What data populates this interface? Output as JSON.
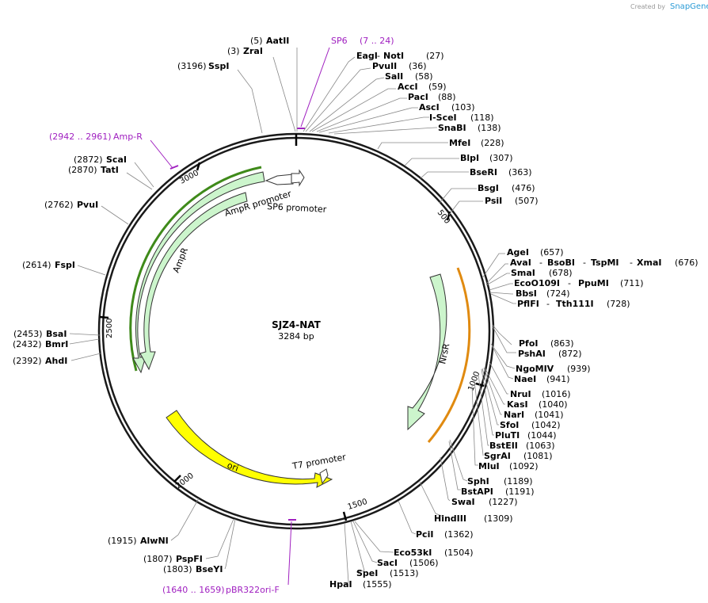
{
  "credit": {
    "created_by": "Created by",
    "brand": "SnapGene"
  },
  "plasmid": {
    "name": "SJZ4-NAT",
    "length": "3284 bp",
    "bp": 3284
  },
  "ticks": [
    "500",
    "1000",
    "1500",
    "2000",
    "2500",
    "3000"
  ],
  "features": [
    {
      "id": "ampr",
      "label": "AmpR"
    },
    {
      "id": "ampr-promoter",
      "label": "AmpR promoter"
    },
    {
      "id": "sp6-promoter",
      "label": "SP6 promoter"
    },
    {
      "id": "nrsr",
      "label": "NrsR"
    },
    {
      "id": "ori",
      "label": "ori"
    },
    {
      "id": "t7-promoter",
      "label": "T7 promoter"
    }
  ],
  "primers": [
    {
      "id": "sp6",
      "name": "SP6",
      "range": "(7 .. 24)"
    },
    {
      "id": "amp-r",
      "name": "Amp-R",
      "range": "(2942 .. 2961)"
    },
    {
      "id": "pbr322ori-f",
      "name": "pBR322ori-F",
      "range": "(1640 .. 1659)"
    }
  ],
  "enzymes": [
    {
      "id": "aatii",
      "name": "AatII",
      "pos": "(5)"
    },
    {
      "id": "zrai",
      "name": "ZraI",
      "pos": "(3)"
    },
    {
      "id": "sspi",
      "name": "SspI",
      "pos": "(3196)"
    },
    {
      "id": "eagi-noti",
      "name": "EagI",
      "name2": "NotI",
      "pos": "(27)"
    },
    {
      "id": "pvuii",
      "name": "PvuII",
      "pos": "(36)"
    },
    {
      "id": "sali",
      "name": "SalI",
      "pos": "(58)"
    },
    {
      "id": "acci",
      "name": "AccI",
      "pos": "(59)"
    },
    {
      "id": "paci",
      "name": "PacI",
      "pos": "(88)"
    },
    {
      "id": "asci",
      "name": "AscI",
      "pos": "(103)"
    },
    {
      "id": "i-scei",
      "name": "I-SceI",
      "pos": "(118)"
    },
    {
      "id": "snabi",
      "name": "SnaBI",
      "pos": "(138)"
    },
    {
      "id": "mfei",
      "name": "MfeI",
      "pos": "(228)"
    },
    {
      "id": "blpi",
      "name": "BlpI",
      "pos": "(307)"
    },
    {
      "id": "bseri",
      "name": "BseRI",
      "pos": "(363)"
    },
    {
      "id": "bsgi",
      "name": "BsgI",
      "pos": "(476)"
    },
    {
      "id": "psii",
      "name": "PsiI",
      "pos": "(507)"
    },
    {
      "id": "agei",
      "name": "AgeI",
      "pos": "(657)"
    },
    {
      "id": "avai-group",
      "name": "AvaI",
      "name2": "BsoBI",
      "name3": "TspMI",
      "name4": "XmaI",
      "pos": "(676)"
    },
    {
      "id": "smai",
      "name": "SmaI",
      "pos": "(678)"
    },
    {
      "id": "eco0109i-ppumi",
      "name": "EcoO109I",
      "name2": "PpuMI",
      "pos": "(711)"
    },
    {
      "id": "bbsi",
      "name": "BbsI",
      "pos": "(724)"
    },
    {
      "id": "pflfi-tth111i",
      "name": "PflFI",
      "name2": "Tth111I",
      "pos": "(728)"
    },
    {
      "id": "pfoi",
      "name": "PfoI",
      "pos": "(863)"
    },
    {
      "id": "pshai",
      "name": "PshAI",
      "pos": "(872)"
    },
    {
      "id": "ngomiv",
      "name": "NgoMIV",
      "pos": "(939)"
    },
    {
      "id": "naei",
      "name": "NaeI",
      "pos": "(941)"
    },
    {
      "id": "nrui",
      "name": "NruI",
      "pos": "(1016)"
    },
    {
      "id": "kasi",
      "name": "KasI",
      "pos": "(1040)"
    },
    {
      "id": "nari",
      "name": "NarI",
      "pos": "(1041)"
    },
    {
      "id": "sfoi",
      "name": "SfoI",
      "pos": "(1042)"
    },
    {
      "id": "pluti",
      "name": "PluTI",
      "pos": "(1044)"
    },
    {
      "id": "bsteii",
      "name": "BstEII",
      "pos": "(1063)"
    },
    {
      "id": "sgrai",
      "name": "SgrAI",
      "pos": "(1081)"
    },
    {
      "id": "mlui",
      "name": "MluI",
      "pos": "(1092)"
    },
    {
      "id": "sphi",
      "name": "SphI",
      "pos": "(1189)"
    },
    {
      "id": "bstapi",
      "name": "BstAPI",
      "pos": "(1191)"
    },
    {
      "id": "swai",
      "name": "SwaI",
      "pos": "(1227)"
    },
    {
      "id": "hindiii",
      "name": "HindIII",
      "pos": "(1309)"
    },
    {
      "id": "pcii",
      "name": "PciI",
      "pos": "(1362)"
    },
    {
      "id": "eco53ki",
      "name": "Eco53kI",
      "pos": "(1504)"
    },
    {
      "id": "saci",
      "name": "SacI",
      "pos": "(1506)"
    },
    {
      "id": "spei",
      "name": "SpeI",
      "pos": "(1513)"
    },
    {
      "id": "hpai",
      "name": "HpaI",
      "pos": "(1555)"
    },
    {
      "id": "alwni",
      "name": "AlwNI",
      "pos": "(1915)"
    },
    {
      "id": "pspfi",
      "name": "PspFI",
      "pos": "(1807)"
    },
    {
      "id": "bseyi",
      "name": "BseYI",
      "pos": "(1803)"
    },
    {
      "id": "ahdi",
      "name": "AhdI",
      "pos": "(2392)"
    },
    {
      "id": "bmri",
      "name": "BmrI",
      "pos": "(2432)"
    },
    {
      "id": "bsai",
      "name": "BsaI",
      "pos": "(2453)"
    },
    {
      "id": "fspi",
      "name": "FspI",
      "pos": "(2614)"
    },
    {
      "id": "pvui",
      "name": "PvuI",
      "pos": "(2762)"
    },
    {
      "id": "tati",
      "name": "TatI",
      "pos": "(2870)"
    },
    {
      "id": "scai",
      "name": "ScaI",
      "pos": "(2872)"
    }
  ],
  "colors": {
    "backbone": "#1a1a1a",
    "feature_fill": "#ccf5cc",
    "ori_fill": "#ffff00",
    "primer": "#a020c0",
    "ampr_highlight": "#3f8a1a",
    "nrsr_highlight": "#e08a10"
  }
}
